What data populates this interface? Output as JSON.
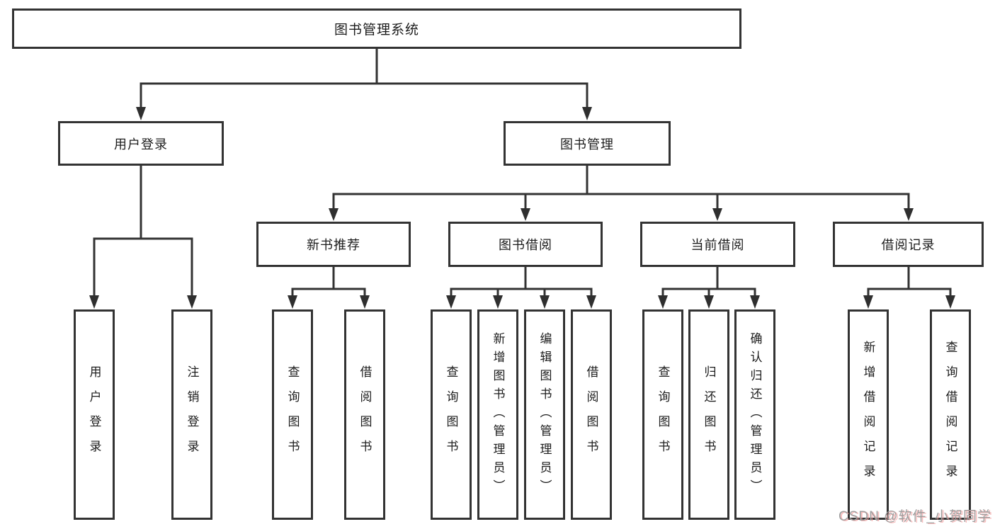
{
  "tree": {
    "label": "图书管理系统",
    "children": [
      {
        "label": "用户登录",
        "children": [
          {
            "label": "用户登录"
          },
          {
            "label": "注销登录"
          }
        ]
      },
      {
        "label": "图书管理",
        "children": [
          {
            "label": "新书推荐",
            "children": [
              {
                "label": "查询图书"
              },
              {
                "label": "借阅图书"
              }
            ]
          },
          {
            "label": "图书借阅",
            "children": [
              {
                "label": "查询图书"
              },
              {
                "label": "新增图书（管理员）"
              },
              {
                "label": "编辑图书（管理员）"
              },
              {
                "label": "借阅图书"
              }
            ]
          },
          {
            "label": "当前借阅",
            "children": [
              {
                "label": "查询图书"
              },
              {
                "label": "归还图书"
              },
              {
                "label": "确认归还（管理员）"
              }
            ]
          },
          {
            "label": "借阅记录",
            "children": [
              {
                "label": "新增借阅记录"
              },
              {
                "label": "查询借阅记录"
              }
            ]
          }
        ]
      }
    ]
  },
  "watermark": {
    "text": "CSDN @软件_小贺同学"
  },
  "colors": {
    "line": "#333333",
    "box_border": "#333333",
    "box_fill": "#ffffff",
    "text": "#1c1c1c",
    "watermark": "#9e9e9e",
    "watermark_shadow": "#f29696"
  }
}
